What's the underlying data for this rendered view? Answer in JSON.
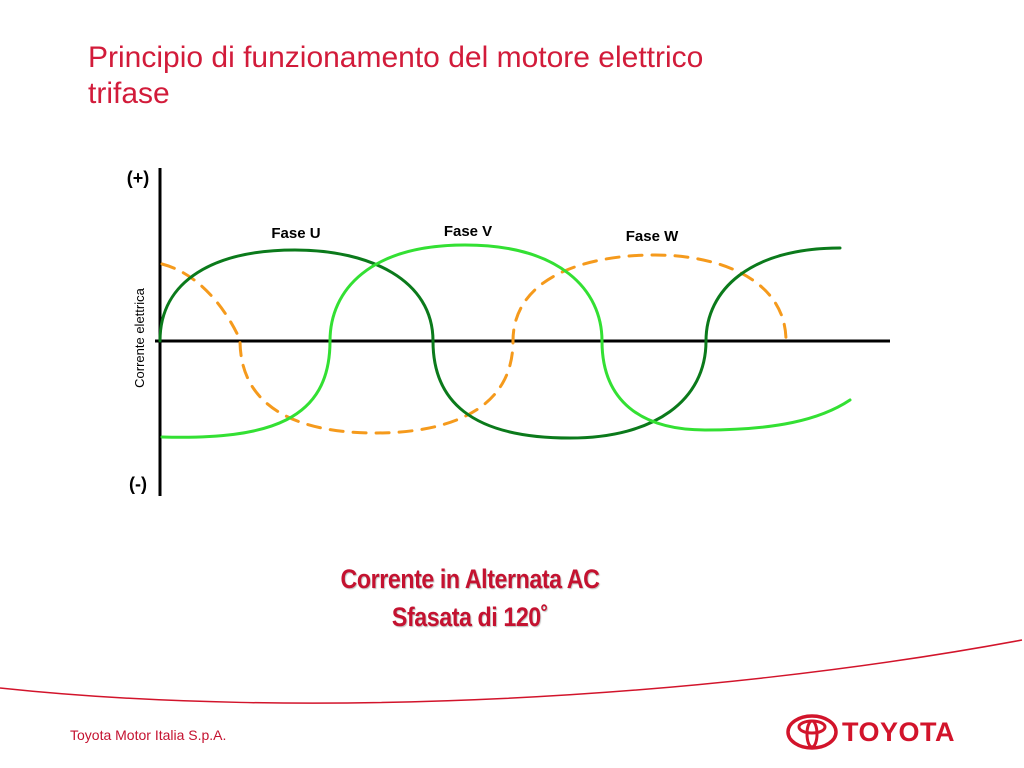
{
  "slide": {
    "title_line1": "Principio di funzionamento del motore elettrico",
    "title_line2": "trifase",
    "caption_line1": "Corrente in Alternata AC",
    "caption_line2": "Sfasata di 120˚",
    "footer": "Toyota Motor Italia S.p.A.",
    "logo_text": "TOYOTA"
  },
  "diagram": {
    "y_axis_label": "Corrente elettrica",
    "y_top_label": "(+)",
    "y_bottom_label": "(-)",
    "phases": [
      {
        "name": "Fase U",
        "color": "#0b7a1b",
        "style": "solid"
      },
      {
        "name": "Fase V",
        "color": "#33e033",
        "style": "solid"
      },
      {
        "name": "Fase W",
        "color": "#f59a1c",
        "style": "dashed"
      }
    ]
  },
  "colors": {
    "title": "#d21b3a",
    "brand_red": "#d2142b"
  }
}
